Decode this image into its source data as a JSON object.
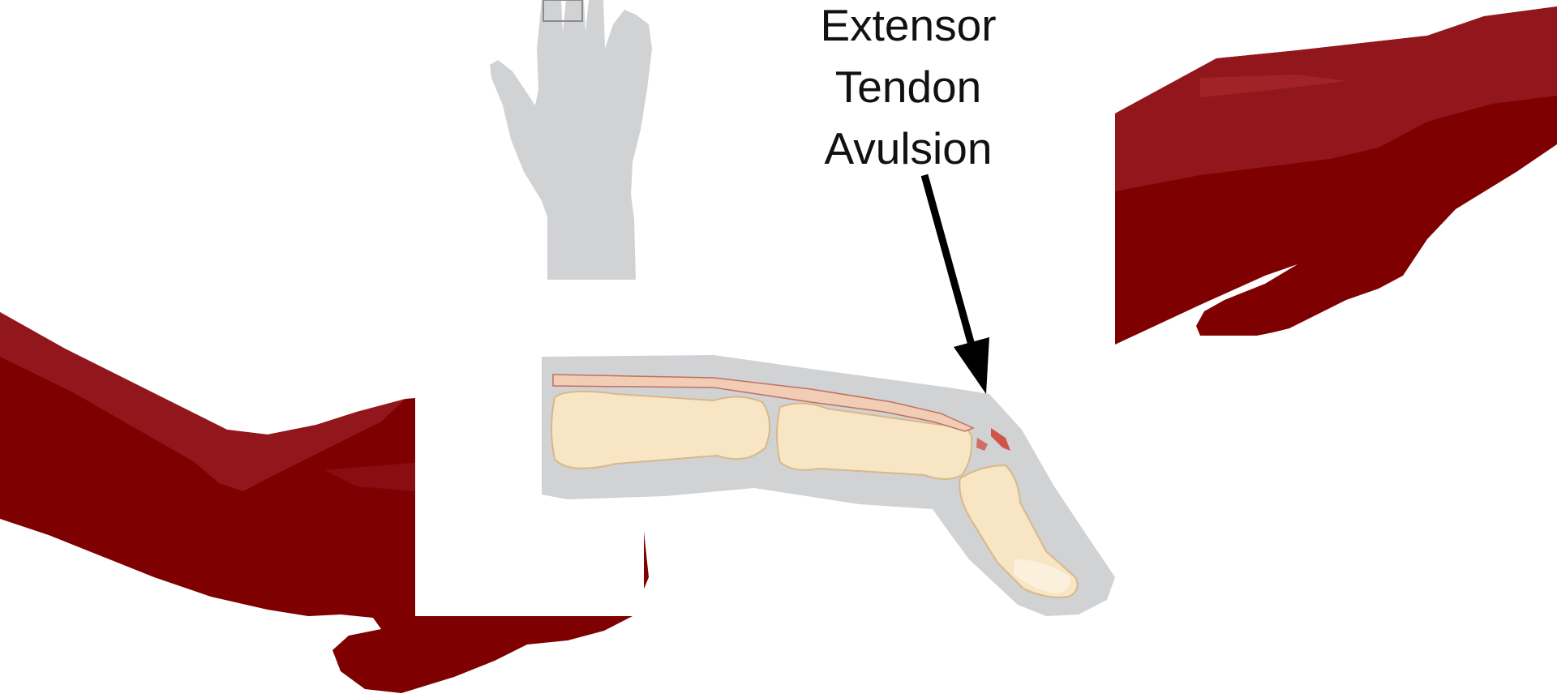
{
  "diagram": {
    "label_lines": [
      "Extensor",
      "Tendon",
      "Avulsion"
    ]
  },
  "colors": {
    "skin": "#7f0000",
    "skin_highlight": "#951a1f",
    "silhouette": "#d1d2d4",
    "bone_fill": "#f7e5c4",
    "bone_edge": "#d8b888",
    "tendon": "#f2cdb5",
    "tendon_edge": "#c07060",
    "tear": "#d05548",
    "arrow": "#000000",
    "background": "#ffffff"
  },
  "icons": {
    "hand_silhouette": "hand-silhouette-icon",
    "arrow": "arrow-down-icon"
  }
}
